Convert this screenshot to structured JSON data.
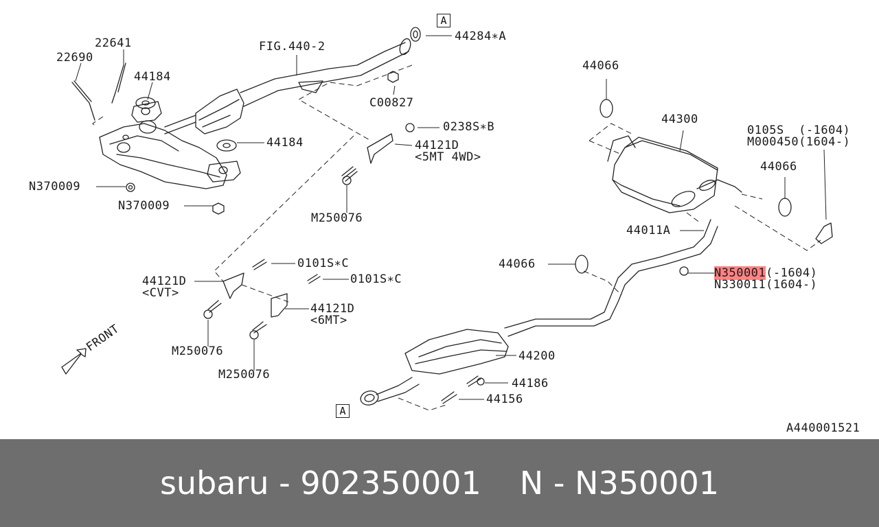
{
  "diagram": {
    "labels": {
      "fig_ref": "FIG.440-2",
      "p22641": "22641",
      "p22690": "22690",
      "p44184_top": "44184",
      "p44184_mid": "44184",
      "n370009_a": "N370009",
      "n370009_b": "N370009",
      "p44284a": "44284∗A",
      "c00827": "C00827",
      "p0238sb": "0238S∗B",
      "p44121d_5mt": "44121D",
      "p44121d_5mt_note": "<5MT 4WD>",
      "m250076_top": "M250076",
      "p0101sc_a": "0101S∗C",
      "p0101sc_b": "0101S∗C",
      "p44121d_cvt": "44121D",
      "p44121d_cvt_note": "<CVT>",
      "p44121d_6mt": "44121D",
      "p44121d_6mt_note": "<6MT>",
      "m250076_left": "M250076",
      "m250076_bottom": "M250076",
      "front": "FRONT",
      "p44066_top": "44066",
      "p44300": "44300",
      "p0105s": "0105S  (-1604)",
      "m000450": "M000450(1604-)",
      "p44066_right": "44066",
      "p44011a": "44011A",
      "p44066_left": "44066",
      "n350001_code": "N350001",
      "n350001_range": "(-1604)",
      "n330011": "N330011(1604-)",
      "p44200": "44200",
      "p44186": "44186",
      "p44156": "44156",
      "box_a_top": "A",
      "box_a_bottom": "A",
      "diagram_id": "A440001521"
    }
  },
  "footer": {
    "oem": "subaru - 902350001",
    "alt": "N - N350001"
  },
  "colors": {
    "line": "#222222",
    "footer_bg": "#6e6e6e",
    "highlight": "#ff5a5a"
  }
}
